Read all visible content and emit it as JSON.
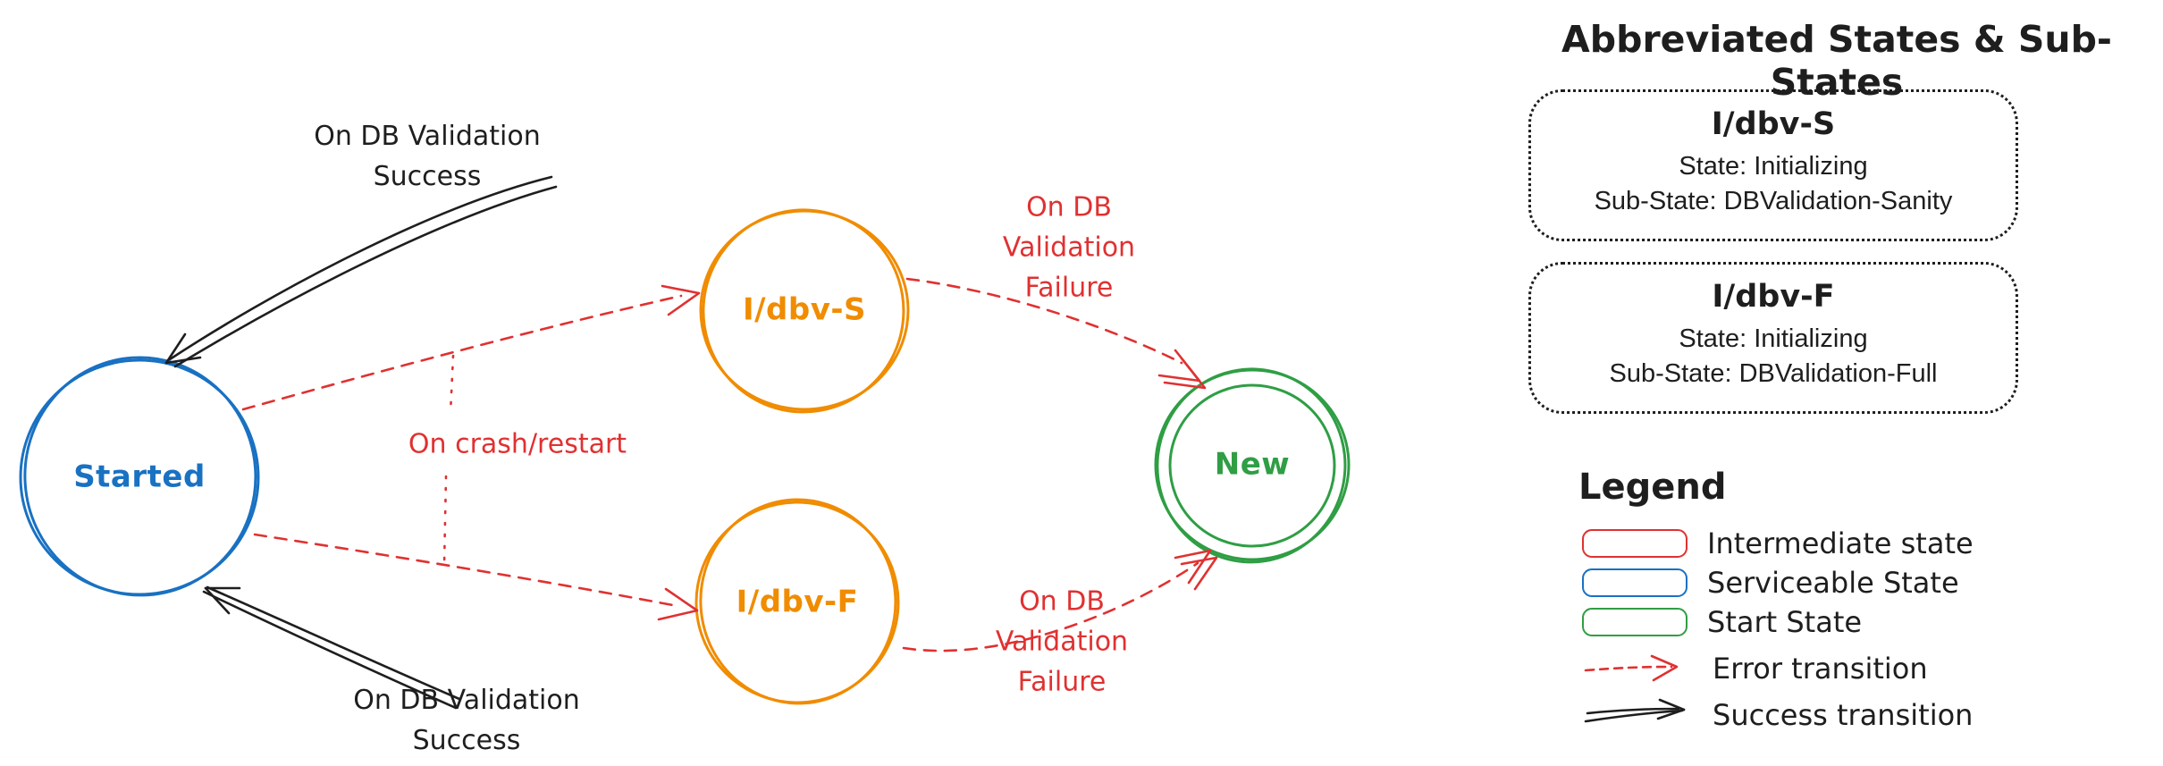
{
  "nodes": {
    "started": "Started",
    "idbv_s": "I/dbv-S",
    "idbv_f": "I/dbv-F",
    "new": "New"
  },
  "edges": {
    "success_top": "On DB Validation\nSuccess",
    "success_bottom": "On DB Validation\nSuccess",
    "crash_restart": "On crash/restart",
    "failure_top": "On DB\nValidation\nFailure",
    "failure_bottom": "On DB\nValidation\nFailure"
  },
  "panel": {
    "title": "Abbreviated States & Sub-States",
    "boxes": [
      {
        "title": "I/dbv-S",
        "state_line": "State: Initializing",
        "substate_line": "Sub-State: DBValidation-Sanity"
      },
      {
        "title": "I/dbv-F",
        "state_line": "State: Initializing",
        "substate_line": "Sub-State: DBValidation-Full"
      }
    ],
    "legend": {
      "title": "Legend",
      "items": [
        {
          "label": "Intermediate state",
          "swatch": "red-outline-rect"
        },
        {
          "label": "Serviceable State",
          "swatch": "blue-outline-rect"
        },
        {
          "label": "Start State",
          "swatch": "green-outline-rect"
        },
        {
          "label": "Error transition",
          "swatch": "red-dashed-arrow"
        },
        {
          "label": "Success transition",
          "swatch": "black-double-arrow"
        }
      ]
    }
  },
  "colors": {
    "red": "#e03131",
    "blue": "#1971c2",
    "green": "#2f9e44",
    "orange": "#f08c00",
    "black": "#1e1e1e",
    "background": "#ffffff"
  }
}
